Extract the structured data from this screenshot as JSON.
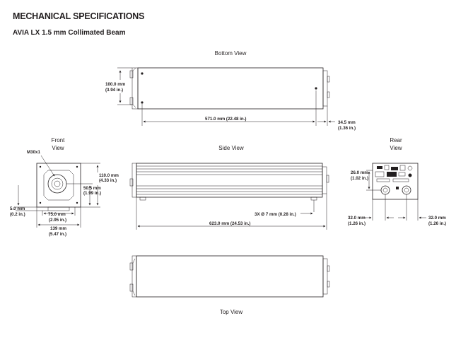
{
  "header": {
    "title": "MECHANICAL SPECIFICATIONS",
    "subtitle": "AVIA LX 1.5 mm Collimated Beam"
  },
  "views": {
    "bottom": "Bottom View",
    "front_line1": "Front",
    "front_line2": "View",
    "side": "Side View",
    "rear_line1": "Rear",
    "rear_line2": "View",
    "top": "Top View"
  },
  "dimensions": {
    "bottom_height": "100.0 mm",
    "bottom_height_in": "(3.94 in.)",
    "bottom_length": "571.0 mm (22.48 in.)",
    "bottom_offset": "34.5 mm",
    "bottom_offset_in": "(1.36 in.)",
    "thread": "M30x1",
    "front_h1": "110.0 mm",
    "front_h1_in": "(4.33 in.)",
    "front_h2": "50.5 mm",
    "front_h2_in": "(1.99 in.)",
    "front_base": "5.0 mm",
    "front_base_in": "(0.2 in.)",
    "front_w1": "75.0 mm",
    "front_w1_in": "(2.95 in.)",
    "front_w2": "139 mm",
    "front_w2_in": "(5.47 in.)",
    "side_holes": "3X Ø 7 mm (0.28 in.)",
    "side_length": "623.0 mm (24.53 in.)",
    "rear_h": "26.0 mm",
    "rear_h_in": "(1.02 in.)",
    "rear_left": "32.0 mm",
    "rear_left_in": "(1.26 in.)",
    "rear_right": "32.0 mm",
    "rear_right_in": "(1.26 in.)"
  }
}
